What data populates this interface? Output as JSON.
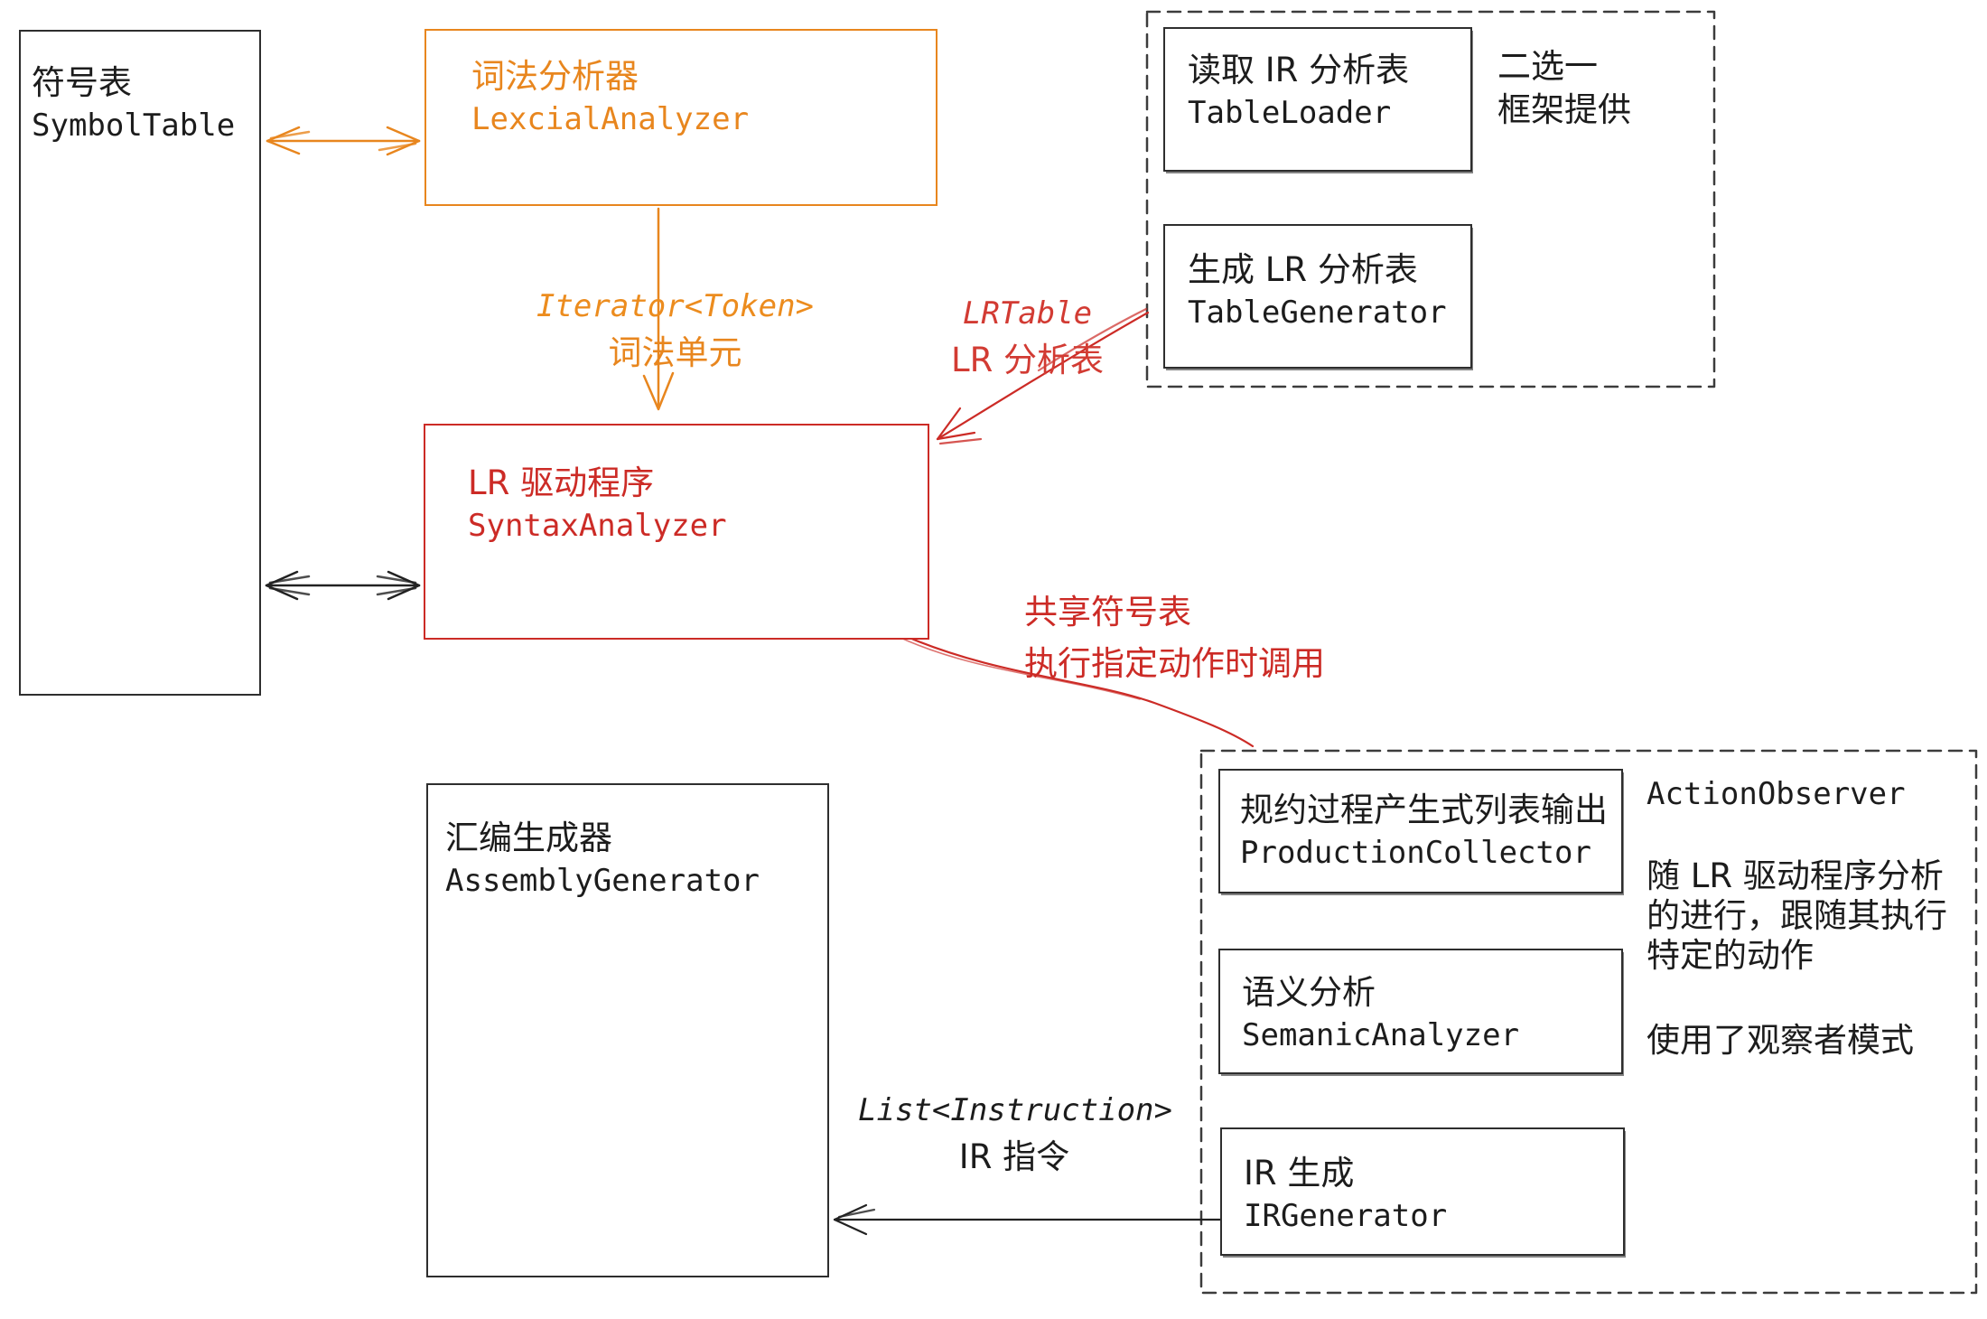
{
  "boxes": {
    "symbol_table": {
      "zh": "符号表",
      "en": "SymbolTable"
    },
    "lexical_analyzer": {
      "zh": "词法分析器",
      "en": "LexcialAnalyzer"
    },
    "syntax_analyzer": {
      "zh": "LR 驱动程序",
      "en": "SyntaxAnalyzer"
    },
    "assembly_generator": {
      "zh": "汇编生成器",
      "en": "AssemblyGenerator"
    },
    "table_loader": {
      "zh": "读取 IR 分析表",
      "en": "TableLoader"
    },
    "table_generator": {
      "zh": "生成 LR 分析表",
      "en": "TableGenerator"
    },
    "production_collector": {
      "zh": "规约过程产生式列表输出",
      "en": "ProductionCollector"
    },
    "semantic_analyzer": {
      "zh": "语义分析",
      "en": "SemanicAnalyzer"
    },
    "ir_generator": {
      "zh": "IR 生成",
      "en": "IRGenerator"
    }
  },
  "labels": {
    "iterator_token": {
      "line1": "Iterator<Token>",
      "line2": "词法单元"
    },
    "lr_table": {
      "line1": "LRTable",
      "line2": "LR 分析表"
    },
    "share_symbol": {
      "line1": "共享符号表",
      "line2": "执行指定动作时调用"
    },
    "list_instruction": {
      "line1": "List<Instruction>",
      "line2": "IR 指令"
    },
    "choose_one": {
      "line1": "二选一",
      "line2": "框架提供"
    },
    "action_observer": {
      "title": "ActionObserver",
      "para_line1": "随 LR 驱动程序分析",
      "para_line2": "的进行，跟随其执行",
      "para_line3": "特定的动作",
      "note": "使用了观察者模式"
    }
  },
  "colors": {
    "orange": "#e8861e",
    "orange_hand": "#ec8c1e",
    "red": "#cc2b26",
    "red_hand": "#d23b33",
    "black": "#1c1c1c",
    "dash": "#3c3c3c"
  }
}
